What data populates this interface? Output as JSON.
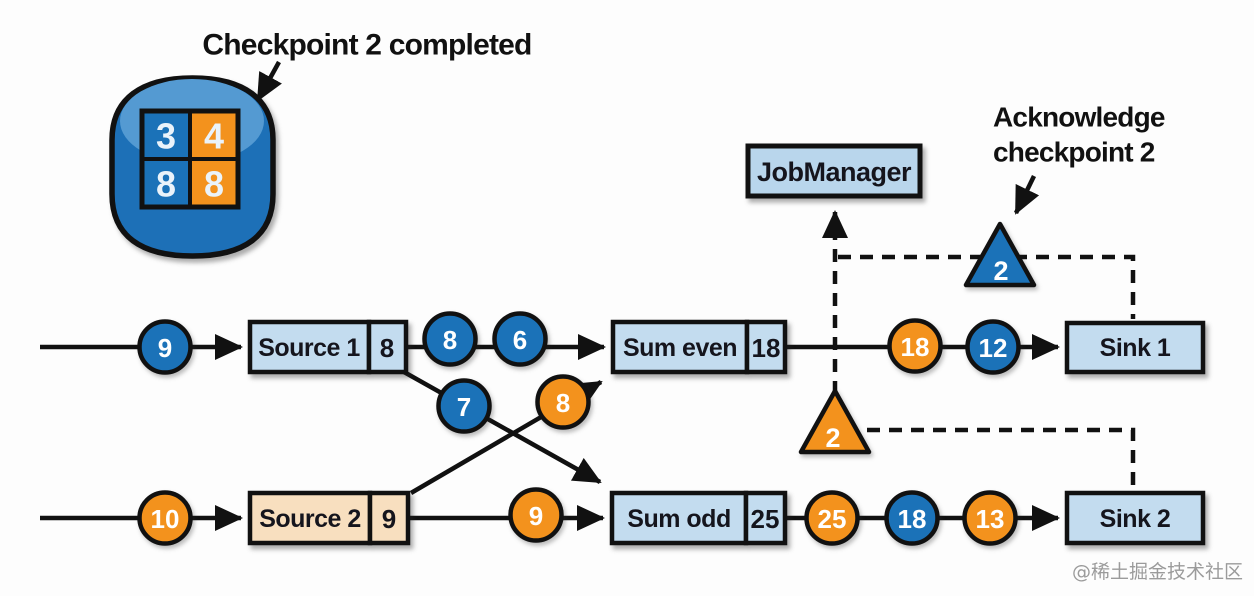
{
  "colors": {
    "record_blue": "#1b72b8",
    "record_orange": "#f3921d",
    "operator_box": "#c3dcef",
    "source2_box": "#f8dfbf",
    "jobmanager_box": "#b9d6ec",
    "line": "#111111",
    "watermark_gray": "#9b9b9b"
  },
  "annotations": {
    "checkpoint_completed": "Checkpoint 2 completed",
    "acknowledge_line1": "Acknowledge",
    "acknowledge_line2": "checkpoint 2"
  },
  "checkpoint_store": {
    "cells": [
      {
        "value": "3",
        "color": "#1b72b8"
      },
      {
        "value": "4",
        "color": "#f3921d"
      },
      {
        "value": "8",
        "color": "#1b72b8"
      },
      {
        "value": "8",
        "color": "#f3921d"
      }
    ]
  },
  "job_manager": {
    "label": "JobManager"
  },
  "operators": {
    "source1": {
      "label": "Source 1",
      "state": "8"
    },
    "source2": {
      "label": "Source 2",
      "state": "9"
    },
    "sum_even": {
      "label": "Sum even",
      "state": "18"
    },
    "sum_odd": {
      "label": "Sum odd",
      "state": "25"
    },
    "sink1": {
      "label": "Sink 1"
    },
    "sink2": {
      "label": "Sink 2"
    }
  },
  "checkpoint_barriers": {
    "even_path": {
      "value": "2",
      "color": "#1b72b8"
    },
    "odd_path": {
      "value": "2",
      "color": "#f3921d"
    }
  },
  "records": {
    "source1_input": [
      {
        "value": "9",
        "color": "#1b72b8"
      }
    ],
    "source1_to_sum_even": [
      {
        "value": "8",
        "color": "#1b72b8"
      },
      {
        "value": "6",
        "color": "#1b72b8"
      }
    ],
    "source1_to_sum_odd": [
      {
        "value": "7",
        "color": "#1b72b8"
      }
    ],
    "source2_to_sum_even": [
      {
        "value": "8",
        "color": "#f3921d"
      }
    ],
    "sum_even_to_sink1": [
      {
        "value": "18",
        "color": "#f3921d"
      },
      {
        "value": "12",
        "color": "#1b72b8"
      }
    ],
    "source2_input": [
      {
        "value": "10",
        "color": "#f3921d"
      }
    ],
    "source2_to_sum_odd": [
      {
        "value": "9",
        "color": "#f3921d"
      }
    ],
    "sum_odd_to_sink2": [
      {
        "value": "25",
        "color": "#f3921d"
      },
      {
        "value": "18",
        "color": "#1b72b8"
      },
      {
        "value": "13",
        "color": "#f3921d"
      }
    ]
  },
  "watermark": "@稀土掘金技术社区"
}
